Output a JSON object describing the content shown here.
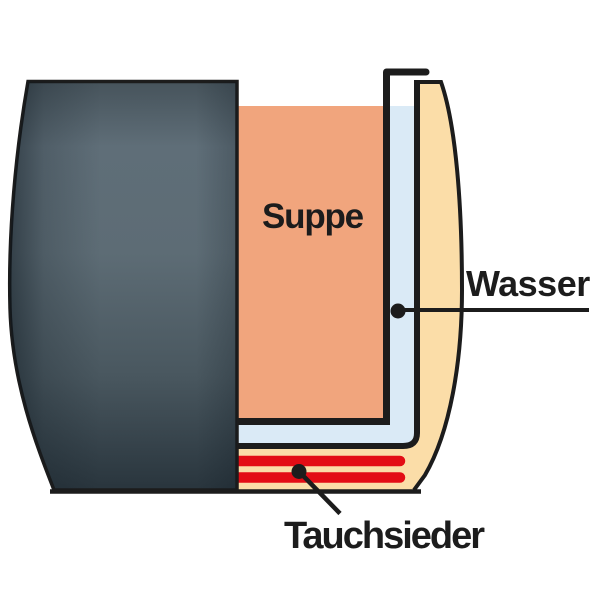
{
  "diagram": {
    "type": "cutaway-illustration",
    "subject": "pot-in-pot water bath with immersion heater",
    "labels": {
      "soup": "Suppe",
      "water": "Wasser",
      "heater": "Tauchsieder"
    },
    "colors": {
      "background": "#ffffff",
      "outline": "#1c1c1c",
      "text": "#1c1c1c",
      "soup": "#f1a57d",
      "water": "#daeaf6",
      "pot_wall": "#fbdda8",
      "heater": "#e30d15",
      "pot_body_top": "#46535b",
      "pot_body_light": "#5f6e78",
      "pot_body_mid": "#5d6c75",
      "pot_body_low": "#49575f",
      "pot_body_bottom": "#29353d",
      "pot_shade": "#0a141c"
    }
  }
}
